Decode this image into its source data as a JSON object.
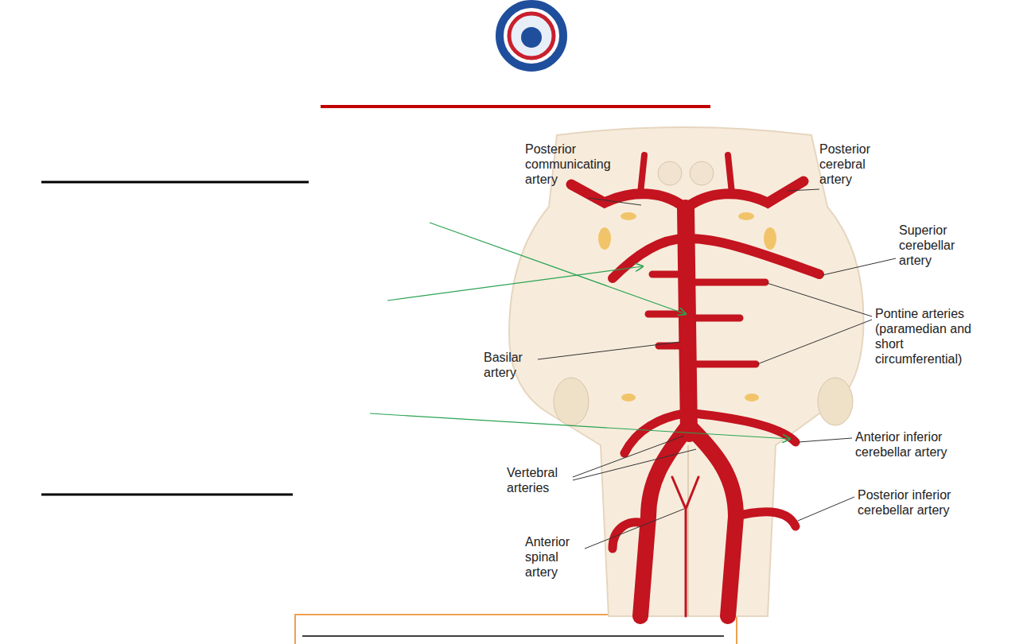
{
  "diagram": {
    "labels": [
      "Posterior communicating artery",
      "Posterior cerebral artery",
      "Superior cerebellar artery",
      "Pontine arteries (paramedian and short circumferential)",
      "Basilar artery",
      "Anterior inferior cerebellar artery",
      "Vertebral arteries",
      "Posterior inferior cerebellar artery",
      "Anterior spinal artery"
    ]
  }
}
